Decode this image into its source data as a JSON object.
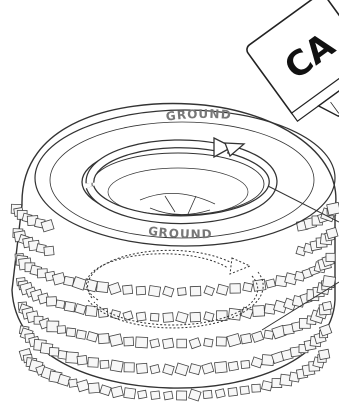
{
  "bottle": {
    "label": "CA"
  },
  "tire": {
    "sidewall_text_top": "GROUND",
    "sidewall_text_bottom": "GROUND"
  },
  "colors": {
    "ink": "#333333",
    "arrow_fill": "#ffffff",
    "tread_fill": "#f7f7f7"
  },
  "icons": [
    "glue-bottle-icon",
    "clockwise-arrow-icon",
    "dotted-arrow-icon"
  ]
}
